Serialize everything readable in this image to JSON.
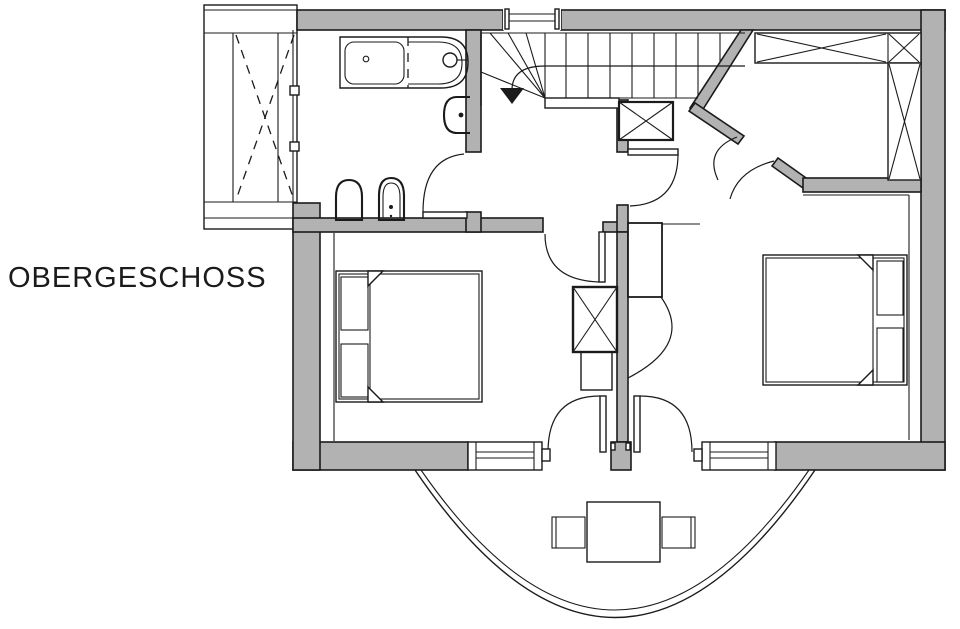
{
  "plan": {
    "title": "OBERGESCHOSS",
    "colors": {
      "wall_fill": "#b2b2b2",
      "line": "#1b1b1b",
      "background": "#ffffff"
    },
    "fixtures": [
      "bathtub",
      "washbasin",
      "toilet",
      "bidet",
      "staircase-walk-line-arrow",
      "chimney-shaft",
      "duct-shaft",
      "wardrobe-top",
      "wardrobe-side",
      "dresser",
      "double-bed-left",
      "double-bed-right",
      "balcony-table",
      "balcony-chair-left",
      "balcony-chair-right"
    ]
  }
}
